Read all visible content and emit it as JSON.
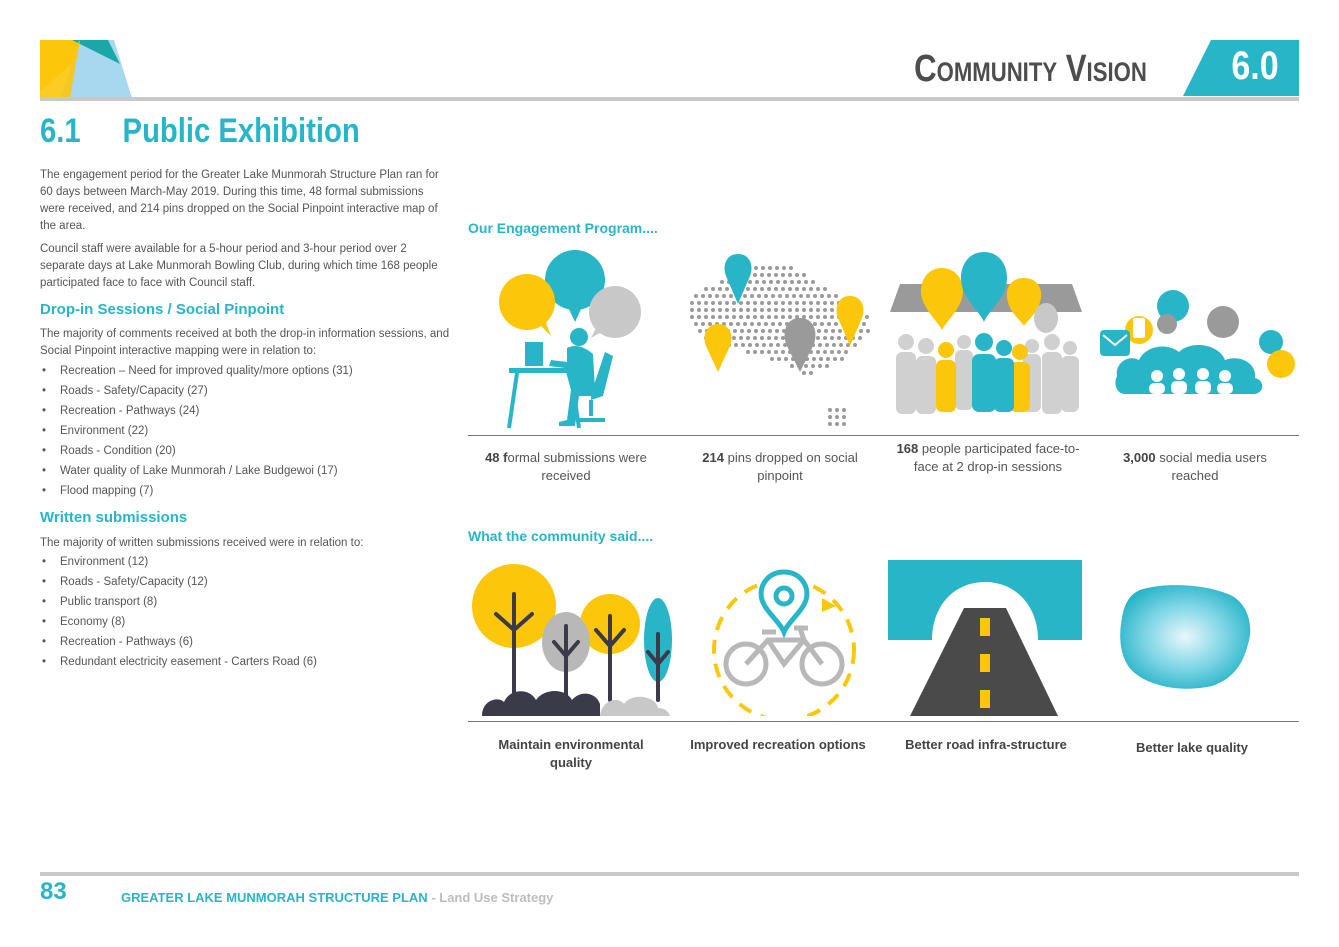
{
  "header": {
    "chapter_title": "Community Vision",
    "chapter_number": "6.0"
  },
  "section": {
    "number": "6.1",
    "title": "Public Exhibition"
  },
  "intro": {
    "para1": "The engagement period for the Greater Lake Munmorah Structure Plan ran for 60 days between March-May 2019. During this time, 48 formal submissions were received, and 214 pins dropped on the Social Pinpoint interactive map of the area.",
    "para2": "Council staff were available for a 5-hour period and 3-hour period over 2 separate days at Lake Munmorah Bowling Club, during which time 168 people participated face to face with Council staff."
  },
  "dropin": {
    "heading": "Drop-in Sessions / Social Pinpoint",
    "intro": "The majority of comments received at both the drop-in information sessions, and Social Pinpoint interactive mapping were in relation to:",
    "items": [
      "Recreation – Need for improved quality/more options (31)",
      "Roads - Safety/Capacity (27)",
      "Recreation - Pathways (24)",
      "Environment (22)",
      "Roads - Condition (20)",
      "Water quality of Lake Munmorah / Lake Budgewoi (17)",
      "Flood mapping (7)"
    ]
  },
  "written": {
    "heading": "Written submissions",
    "intro": "The majority of written submissions received were in relation to:",
    "items": [
      "Environment (12)",
      "Roads - Safety/Capacity (12)",
      "Public transport (8)",
      "Economy (8)",
      "Recreation - Pathways (6)",
      "Redundant electricity easement - Carters Road (6)"
    ]
  },
  "engagement": {
    "heading": "Our Engagement Program....",
    "stats": [
      {
        "bold": "48 f",
        "text": "ormal submissions were received",
        "icon": "computer-user-icon"
      },
      {
        "bold": "214",
        "text": " pins dropped on social pinpoint",
        "icon": "australia-map-pins-icon"
      },
      {
        "bold": "168",
        "text": " people participated face-to-face at 2 drop-in sessions",
        "icon": "crowd-icon"
      },
      {
        "bold": "3,000",
        "text": " social media users reached",
        "icon": "social-media-icon"
      }
    ]
  },
  "community": {
    "heading": "What the community said....",
    "items": [
      {
        "label": "Maintain environmental quality",
        "icon": "trees-icon"
      },
      {
        "label": "Improved recreation options",
        "icon": "bicycle-icon"
      },
      {
        "label": "Better road infra-structure",
        "icon": "road-icon"
      },
      {
        "label": "Better lake quality",
        "icon": "lake-icon"
      }
    ]
  },
  "footer": {
    "page_number": "83",
    "title": "GREATER LAKE MUNMORAH STRUCTURE PLAN",
    "subtitle": " - Land Use Strategy"
  },
  "colors": {
    "accent_teal": "#29b5c8",
    "accent_yellow": "#fcc70a",
    "grey": "#c8c8c8"
  }
}
